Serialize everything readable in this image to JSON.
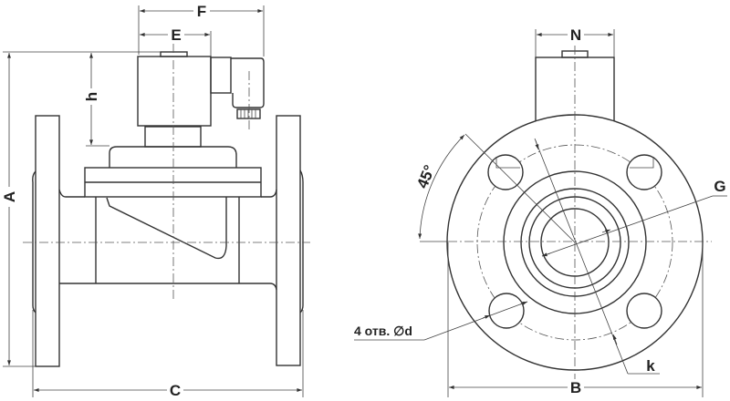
{
  "drawing": {
    "side_view": {
      "dimensions": {
        "A": "A",
        "C": "C",
        "E": "E",
        "F": "F",
        "h": "h"
      }
    },
    "front_view": {
      "dimensions": {
        "B": "B",
        "N": "N",
        "G": "G",
        "k": "k",
        "angle": "45°",
        "holes": "4 отв. ∅d"
      }
    },
    "colors": {
      "line": "#333333",
      "background": "#ffffff"
    }
  }
}
